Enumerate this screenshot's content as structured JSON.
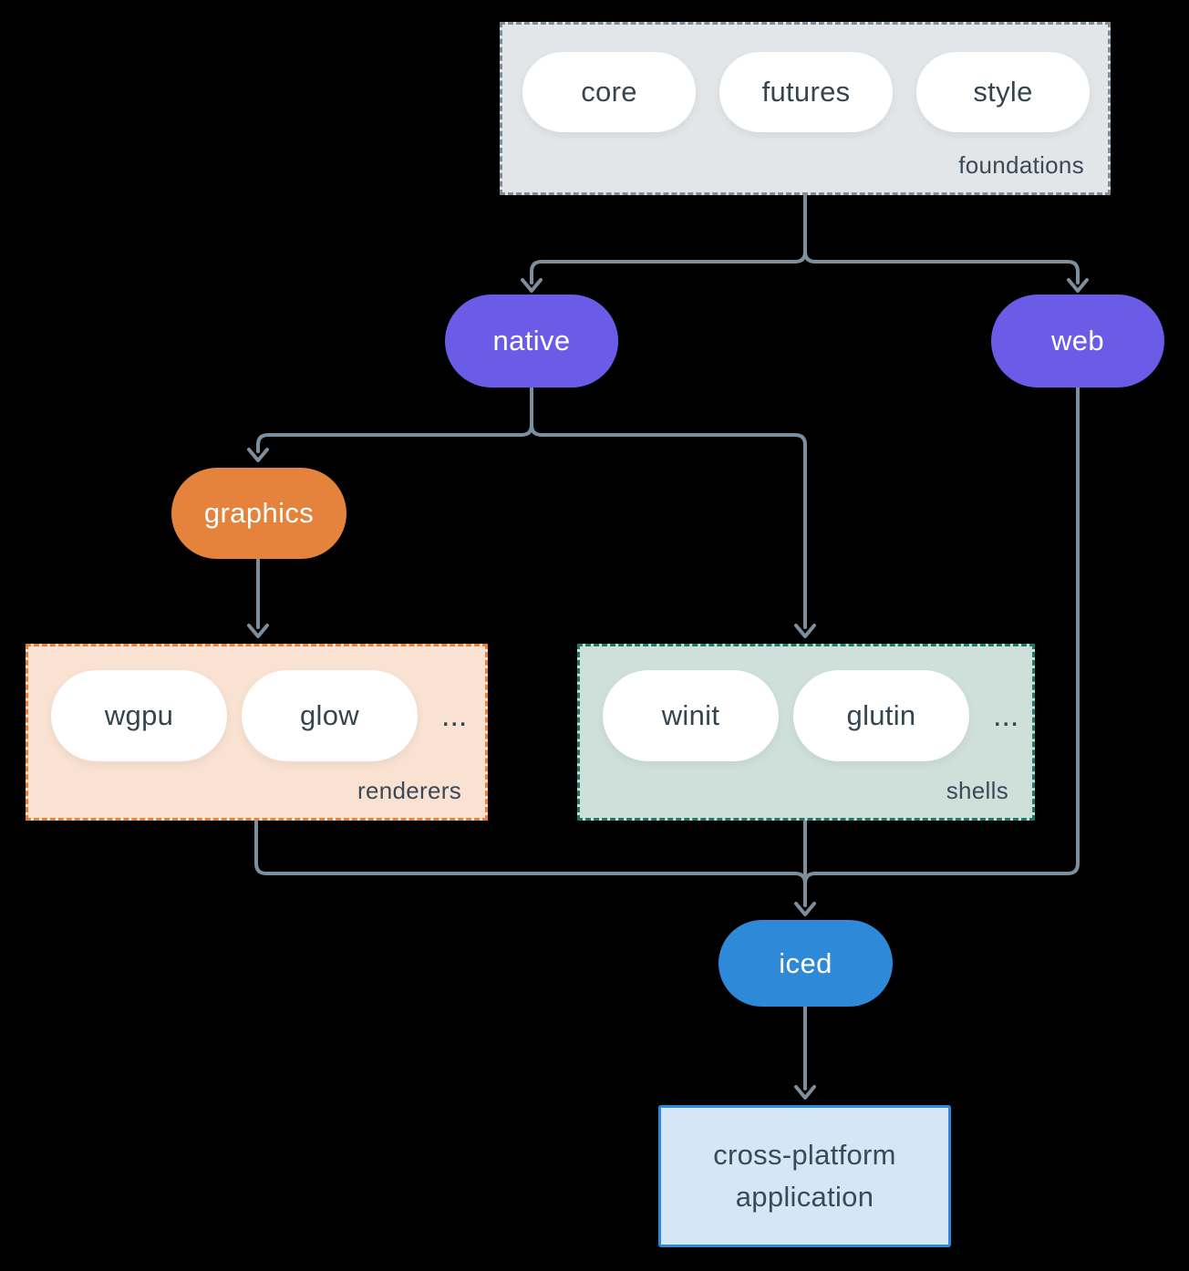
{
  "colors": {
    "background": "#000000",
    "connector": "#7d8e9c",
    "node_purple": "#6b5ce8",
    "node_orange": "#e5823c",
    "node_blue": "#2e89d8",
    "foundations_fill": "#e2e6e9",
    "foundations_border": "#7d8f9c",
    "renderers_fill": "#f9e2d2",
    "renderers_border": "#e5823c",
    "shells_fill": "#cfe0da",
    "shells_border": "#1f7a67",
    "application_fill": "#d5e6f7",
    "application_border": "#2e89d8",
    "text_dark": "#35454f",
    "text_light": "#ffffff"
  },
  "foundations": {
    "label": "foundations",
    "pills": [
      "core",
      "futures",
      "style"
    ]
  },
  "nodes": {
    "native": "native",
    "web": "web",
    "graphics": "graphics",
    "iced": "iced"
  },
  "renderers": {
    "label": "renderers",
    "pills": [
      "wgpu",
      "glow"
    ],
    "ellipsis": "..."
  },
  "shells": {
    "label": "shells",
    "pills": [
      "winit",
      "glutin"
    ],
    "ellipsis": "..."
  },
  "application": {
    "label": "cross-platform application"
  }
}
